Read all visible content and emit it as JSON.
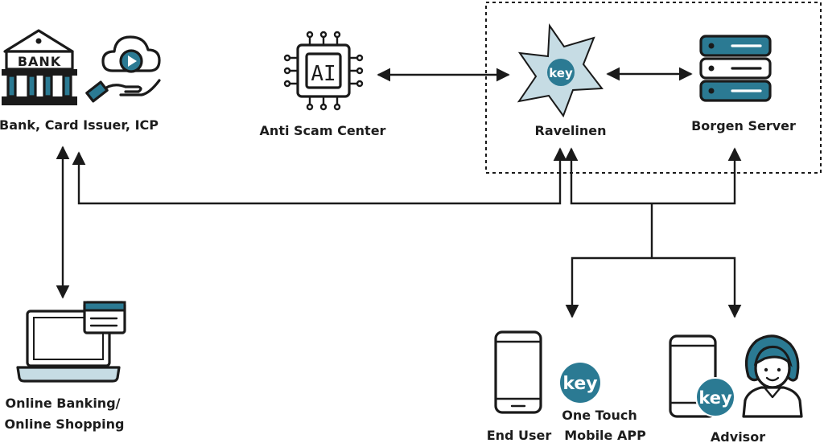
{
  "colors": {
    "accent": "#2b7a93",
    "light_accent": "#a9cfdb",
    "line": "#1a1a1a",
    "background": "#ffffff"
  },
  "nodes": {
    "bank": {
      "label": "Bank, Card Issuer, ICP",
      "icon_text": "BANK"
    },
    "anti_scam": {
      "label": "Anti Scam Center",
      "icon_text": "AI"
    },
    "ravelinen": {
      "label": "Ravelinen",
      "badge": "key"
    },
    "borgen": {
      "label": "Borgen Server"
    },
    "online": {
      "label_line1": "Online Banking/",
      "label_line2": "Online Shopping"
    },
    "end_user": {
      "label": "End User"
    },
    "one_touch": {
      "label_line1": "One Touch",
      "label_line2": "Mobile APP",
      "badge": "key"
    },
    "advisor": {
      "label": "Advisor",
      "badge": "key"
    }
  },
  "icons": [
    "bank-icon",
    "cloud-play-hand-icon",
    "ai-chip-icon",
    "key-star-icon",
    "server-icon",
    "laptop-icon",
    "phone-icon",
    "key-badge-icon",
    "advisor-person-icon"
  ]
}
